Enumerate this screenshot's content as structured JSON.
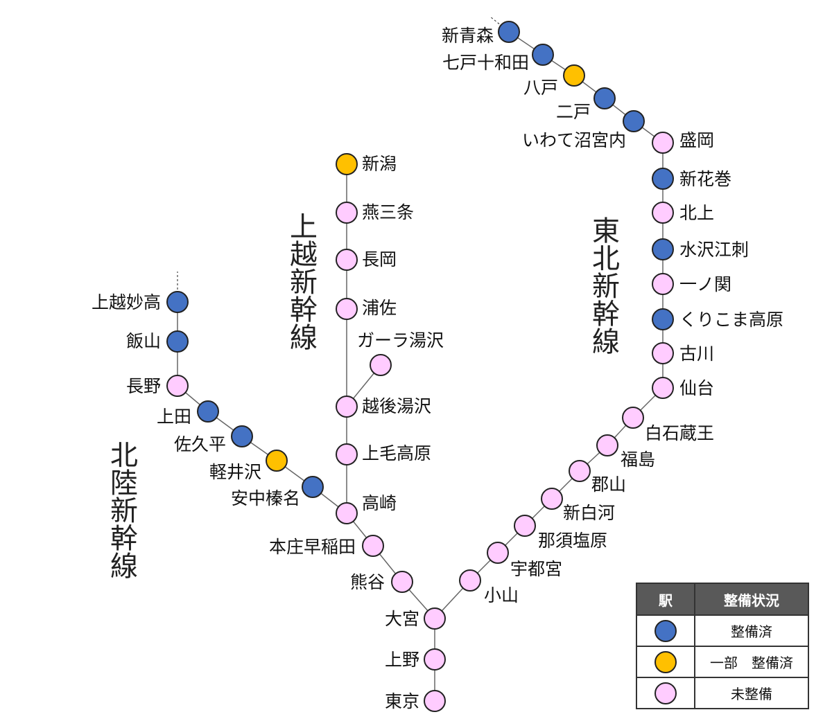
{
  "colors": {
    "built": "#4472c4",
    "partial": "#ffc000",
    "unbuilt": "#ffccff",
    "line": "#666666"
  },
  "line_names": {
    "joetsu": "上越新幹線",
    "tohoku": "東北新幹線",
    "hokuriku": "北陸新幹線"
  },
  "stations": [
    {
      "id": "tokyo",
      "name": "東京",
      "status": "unbuilt"
    },
    {
      "id": "ueno",
      "name": "上野",
      "status": "unbuilt"
    },
    {
      "id": "omiya",
      "name": "大宮",
      "status": "unbuilt"
    },
    {
      "id": "oyama",
      "name": "小山",
      "status": "unbuilt"
    },
    {
      "id": "utsunomiya",
      "name": "宇都宮",
      "status": "unbuilt"
    },
    {
      "id": "nasushiobara",
      "name": "那須塩原",
      "status": "unbuilt"
    },
    {
      "id": "shinshirakawa",
      "name": "新白河",
      "status": "unbuilt"
    },
    {
      "id": "koriyama",
      "name": "郡山",
      "status": "unbuilt"
    },
    {
      "id": "fukushima",
      "name": "福島",
      "status": "unbuilt"
    },
    {
      "id": "shiroishizao",
      "name": "白石蔵王",
      "status": "unbuilt"
    },
    {
      "id": "sendai",
      "name": "仙台",
      "status": "unbuilt"
    },
    {
      "id": "furukawa",
      "name": "古川",
      "status": "unbuilt"
    },
    {
      "id": "kurikoma",
      "name": "くりこま高原",
      "status": "built"
    },
    {
      "id": "ichinoseki",
      "name": "一ノ関",
      "status": "unbuilt"
    },
    {
      "id": "mizusawaesashi",
      "name": "水沢江刺",
      "status": "built"
    },
    {
      "id": "kitakami",
      "name": "北上",
      "status": "unbuilt"
    },
    {
      "id": "shinhanamaki",
      "name": "新花巻",
      "status": "built"
    },
    {
      "id": "morioka",
      "name": "盛岡",
      "status": "unbuilt"
    },
    {
      "id": "iwatenumakunai",
      "name": "いわて沼宮内",
      "status": "built"
    },
    {
      "id": "ninohe",
      "name": "二戸",
      "status": "built"
    },
    {
      "id": "hachinohe",
      "name": "八戸",
      "status": "partial"
    },
    {
      "id": "shichinohe",
      "name": "七戸十和田",
      "status": "built"
    },
    {
      "id": "shinaomori",
      "name": "新青森",
      "status": "built"
    },
    {
      "id": "kumagaya",
      "name": "熊谷",
      "status": "unbuilt"
    },
    {
      "id": "honjo",
      "name": "本庄早稲田",
      "status": "unbuilt"
    },
    {
      "id": "takasaki",
      "name": "高崎",
      "status": "unbuilt"
    },
    {
      "id": "jomokogen",
      "name": "上毛高原",
      "status": "unbuilt"
    },
    {
      "id": "echigoyuzawa",
      "name": "越後湯沢",
      "status": "unbuilt"
    },
    {
      "id": "galayuzawa",
      "name": "ガーラ湯沢",
      "status": "unbuilt"
    },
    {
      "id": "urasa",
      "name": "浦佐",
      "status": "unbuilt"
    },
    {
      "id": "nagaoka",
      "name": "長岡",
      "status": "unbuilt"
    },
    {
      "id": "tsubamesanjo",
      "name": "燕三条",
      "status": "unbuilt"
    },
    {
      "id": "niigata",
      "name": "新潟",
      "status": "partial"
    },
    {
      "id": "annakaharuna",
      "name": "安中榛名",
      "status": "built"
    },
    {
      "id": "karuizawa",
      "name": "軽井沢",
      "status": "partial"
    },
    {
      "id": "sakudaira",
      "name": "佐久平",
      "status": "built"
    },
    {
      "id": "ueda",
      "name": "上田",
      "status": "built"
    },
    {
      "id": "nagano",
      "name": "長野",
      "status": "unbuilt"
    },
    {
      "id": "iiyama",
      "name": "飯山",
      "status": "built"
    },
    {
      "id": "joetsumyoko",
      "name": "上越妙高",
      "status": "built"
    }
  ],
  "legend": {
    "header_station": "駅",
    "header_status": "整備状況",
    "rows": [
      {
        "status": "built",
        "label": "整備済"
      },
      {
        "status": "partial",
        "label": "一部　整備済"
      },
      {
        "status": "unbuilt",
        "label": "未整備"
      }
    ]
  }
}
